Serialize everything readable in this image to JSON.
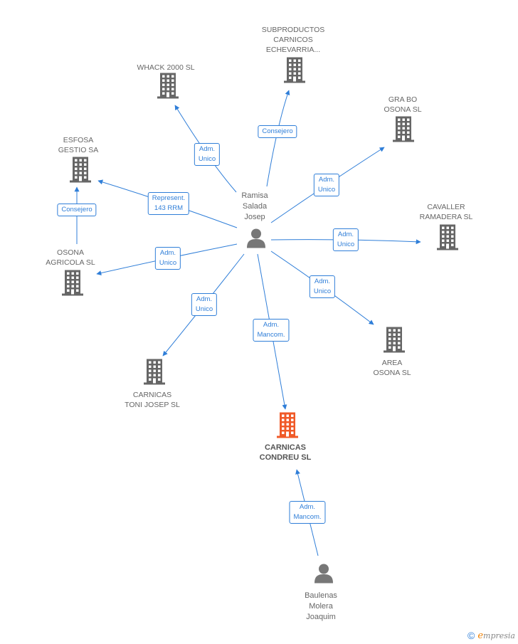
{
  "colors": {
    "edge": "#2f7ed8",
    "company": "#666666",
    "focus": "#f05a28",
    "person": "#777777"
  },
  "nodes": [
    {
      "id": "ramisa",
      "kind": "person",
      "label": "Ramisa\nSalada\nJosep",
      "icon": "person-icon"
    },
    {
      "id": "baulenas",
      "kind": "person",
      "label": "Baulenas\nMolera\nJoaquim",
      "icon": "person-icon"
    },
    {
      "id": "carnicas_condreu",
      "kind": "focus",
      "label": "CARNICAS\nCONDREU SL",
      "icon": "building-icon"
    },
    {
      "id": "subproductos",
      "kind": "company",
      "label": "SUBPRODUCTOS\nCARNICOS\nECHEVARRIA...",
      "icon": "building-icon"
    },
    {
      "id": "whack",
      "kind": "company",
      "label": "WHACK 2000 SL",
      "icon": "building-icon"
    },
    {
      "id": "grabo",
      "kind": "company",
      "label": "GRA BO\nOSONA  SL",
      "icon": "building-icon"
    },
    {
      "id": "esfosa",
      "kind": "company",
      "label": "ESFOSA\nGESTIO SA",
      "icon": "building-icon"
    },
    {
      "id": "cavaller",
      "kind": "company",
      "label": "CAVALLER\nRAMADERA SL",
      "icon": "building-icon"
    },
    {
      "id": "osona_agricola",
      "kind": "company",
      "label": "OSONA\nAGRICOLA SL",
      "icon": "building-icon"
    },
    {
      "id": "area_osona",
      "kind": "company",
      "label": "AREA\nOSONA  SL",
      "icon": "building-icon"
    },
    {
      "id": "carnicas_toni",
      "kind": "company",
      "label": "CARNICAS\nTONI JOSEP SL",
      "icon": "building-icon"
    }
  ],
  "edges": [
    {
      "from": "ramisa",
      "to": "subproductos",
      "label": "Consejero"
    },
    {
      "from": "ramisa",
      "to": "whack",
      "label": "Adm.\nUnico"
    },
    {
      "from": "ramisa",
      "to": "grabo",
      "label": "Adm.\nUnico"
    },
    {
      "from": "ramisa",
      "to": "esfosa",
      "label": "Represent.\n143 RRM"
    },
    {
      "from": "osona_agricola",
      "to": "esfosa",
      "label": "Consejero"
    },
    {
      "from": "ramisa",
      "to": "cavaller",
      "label": "Adm.\nUnico"
    },
    {
      "from": "ramisa",
      "to": "osona_agricola",
      "label": "Adm.\nUnico"
    },
    {
      "from": "ramisa",
      "to": "area_osona",
      "label": "Adm.\nUnico"
    },
    {
      "from": "ramisa",
      "to": "carnicas_toni",
      "label": "Adm.\nUnico"
    },
    {
      "from": "ramisa",
      "to": "carnicas_condreu",
      "label": "Adm.\nMancom."
    },
    {
      "from": "baulenas",
      "to": "carnicas_condreu",
      "label": "Adm.\nMancom."
    }
  ],
  "footer": {
    "copyright": "©",
    "brand_initial": "e",
    "brand_rest": "mpresia"
  }
}
